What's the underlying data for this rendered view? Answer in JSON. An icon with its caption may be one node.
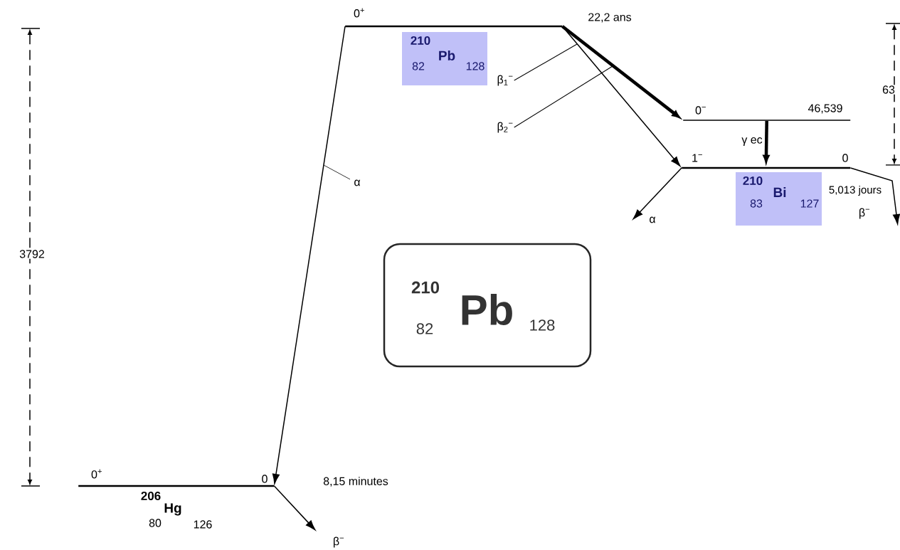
{
  "diagram": {
    "nodes": [
      {
        "text": [
          "0$^{+}$"
        ],
        "beside": [
          "22,2 ans"
        ]
      },
      {
        "text": [
          "210",
          "Pb",
          "82",
          "128"
        ]
      },
      {
        "text": [
          "0$^{−}$",
          "46,539"
        ]
      },
      {
        "text": [
          "1$^{−}$",
          "0"
        ]
      },
      {
        "text": [
          "210",
          "Bi",
          "83",
          "127"
        ]
      },
      {
        "text": [
          "210",
          "Pb",
          "82",
          "128"
        ]
      },
      {
        "text": [
          "0$^{+}$",
          "0"
        ],
        "beside": [
          "206",
          "Hg",
          "80",
          "126"
        ]
      },
      {
        "text": [
          "β$_{1}$$^{−}$"
        ]
      },
      {
        "text": [
          "β$_{2}$$^{−}$"
        ]
      }
    ],
    "edges": [
      {
        "from": 0,
        "to": 6,
        "arrow": "to",
        "label": "α"
      },
      {
        "from": 0,
        "to": 3,
        "arrow": "to"
      },
      {
        "from": 0,
        "to": 2,
        "arrow": "to",
        "style": "thick"
      },
      {
        "from": 2,
        "to": 3,
        "arrow": "to",
        "style": "thick",
        "label": "γ ec"
      },
      {
        "from": 3,
        "to": null,
        "arrow": "to",
        "label": "α"
      },
      {
        "from": 3,
        "to": null,
        "arrow": "to",
        "label": "β$^{−}$"
      },
      {
        "from": 6,
        "to": null,
        "arrow": "to",
        "label": "β$^{−}$"
      },
      {
        "from": 7,
        "to": null,
        "arrow": "none"
      },
      {
        "from": 8,
        "to": null,
        "arrow": "none"
      }
    ],
    "labels": [
      "3792",
      "63",
      "8,15 minutes",
      "5,013 jours"
    ]
  }
}
